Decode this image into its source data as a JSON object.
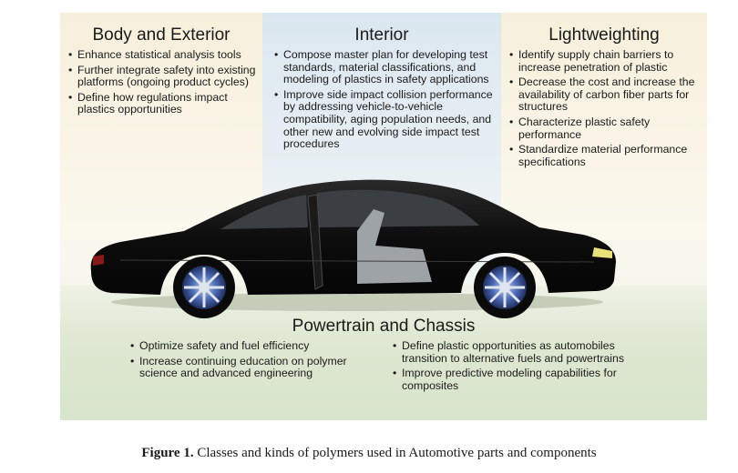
{
  "sections": {
    "body_exterior": {
      "title": "Body and Exterior",
      "items": [
        "Enhance statistical analysis tools",
        "Further integrate safety into existing platforms (ongoing product cycles)",
        "Define how regulations impact plastics opportunities"
      ]
    },
    "interior": {
      "title": "Interior",
      "items": [
        "Compose master plan for developing test standards, material classifications, and modeling of plastics in safety applications",
        "Improve side impact collision performance by addressing vehicle-to-vehicle compatibility, aging population needs, and other new and evolving side impact test procedures"
      ]
    },
    "lightweighting": {
      "title": "Lightweighting",
      "items": [
        "Identify supply chain barriers to increase penetration of plastic",
        "Decrease the cost and increase the availability of carbon fiber parts for structures",
        "Characterize plastic safety performance",
        "Standardize material performance specifications"
      ]
    },
    "powertrain": {
      "title": "Powertrain and Chassis",
      "left_items": [
        "Optimize safety and fuel efficiency",
        "Increase continuing education on polymer science and advanced engineering"
      ],
      "right_items": [
        "Define plastic opportunities as automobiles transition to alternative fuels and powertrains",
        "Improve predictive modeling capabilities for composites"
      ]
    }
  },
  "caption": {
    "label": "Figure 1.",
    "text": " Classes and kinds of polymers used in Automotive parts and components"
  },
  "colors": {
    "car_body": "#111111",
    "panel_warm": "#f6efdb",
    "panel_cool": "#dbe7f0",
    "bottom_band": "#dfe8d2",
    "wheel_rim": "#3f5fa8"
  }
}
